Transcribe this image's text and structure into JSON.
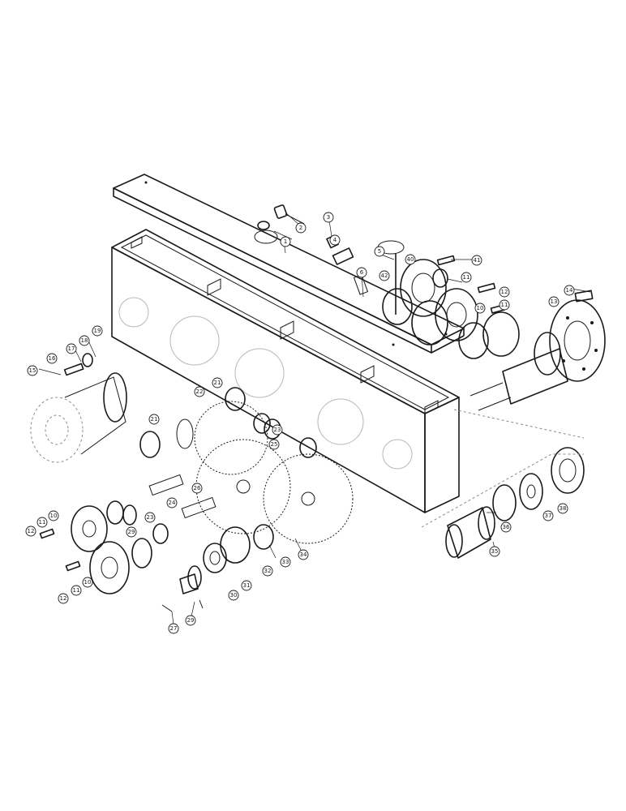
{
  "callouts": [
    {
      "id": "c-3",
      "label": "3"
    },
    {
      "id": "c-2",
      "label": "2"
    },
    {
      "id": "c-4",
      "label": "4"
    },
    {
      "id": "c-1",
      "label": "1"
    },
    {
      "id": "c-5",
      "label": "5"
    },
    {
      "id": "c-6",
      "label": "6"
    },
    {
      "id": "c-42",
      "label": "42"
    },
    {
      "id": "c-40",
      "label": "40"
    },
    {
      "id": "c-41",
      "label": "41"
    },
    {
      "id": "c-11a",
      "label": "11"
    },
    {
      "id": "c-12a",
      "label": "12"
    },
    {
      "id": "c-10a",
      "label": "10"
    },
    {
      "id": "c-11b",
      "label": "11"
    },
    {
      "id": "c-14",
      "label": "14"
    },
    {
      "id": "c-13",
      "label": "13"
    },
    {
      "id": "c-19",
      "label": "19"
    },
    {
      "id": "c-18",
      "label": "18"
    },
    {
      "id": "c-17",
      "label": "17"
    },
    {
      "id": "c-16",
      "label": "16"
    },
    {
      "id": "c-15",
      "label": "15"
    },
    {
      "id": "c-21a",
      "label": "21"
    },
    {
      "id": "c-22",
      "label": "22"
    },
    {
      "id": "c-21b",
      "label": "21"
    },
    {
      "id": "c-23a",
      "label": "23"
    },
    {
      "id": "c-25",
      "label": "25"
    },
    {
      "id": "c-24",
      "label": "24"
    },
    {
      "id": "c-26",
      "label": "26"
    },
    {
      "id": "c-23b",
      "label": "23"
    },
    {
      "id": "c-29a",
      "label": "29"
    },
    {
      "id": "c-12b",
      "label": "12"
    },
    {
      "id": "c-11c",
      "label": "11"
    },
    {
      "id": "c-10b",
      "label": "10"
    },
    {
      "id": "c-12c",
      "label": "12"
    },
    {
      "id": "c-11d",
      "label": "11"
    },
    {
      "id": "c-10c",
      "label": "10"
    },
    {
      "id": "c-33",
      "label": "33"
    },
    {
      "id": "c-34",
      "label": "34"
    },
    {
      "id": "c-32",
      "label": "32"
    },
    {
      "id": "c-31",
      "label": "31"
    },
    {
      "id": "c-30",
      "label": "30"
    },
    {
      "id": "c-29b",
      "label": "29"
    },
    {
      "id": "c-27",
      "label": "27"
    },
    {
      "id": "c-36",
      "label": "36"
    },
    {
      "id": "c-37",
      "label": "37"
    },
    {
      "id": "c-38",
      "label": "38"
    },
    {
      "id": "c-35",
      "label": "35"
    }
  ]
}
